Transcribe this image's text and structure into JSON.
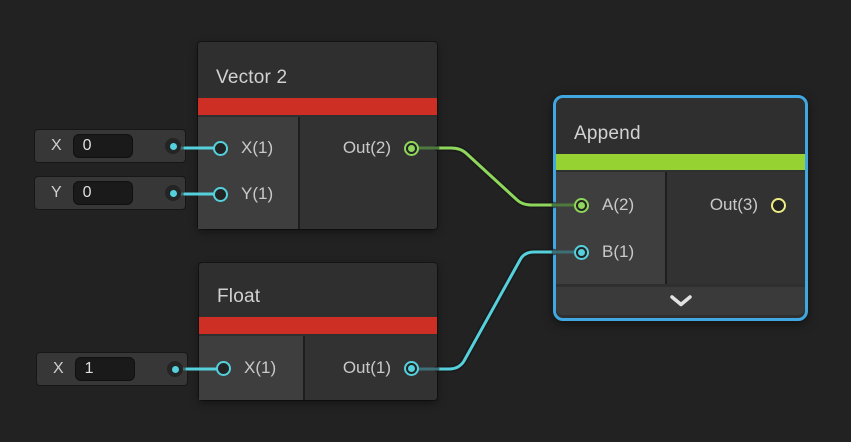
{
  "theme": {
    "bg": "#222222",
    "node": "#2f2f2f",
    "panel-in": "#3e3e3e",
    "panel-out": "#323232",
    "strip": "#3a3a3a",
    "red": "#ce2f25",
    "green-bar": "#96d231",
    "blue": "#41a7e1",
    "cyan": "#55d1de",
    "green": "#8fd65c",
    "yellow": "#efec83",
    "cyan-dim": "#3d6f76",
    "green-dim": "#4f7a3d"
  },
  "nodes": {
    "vector2": {
      "title": "Vector 2",
      "inputs": [
        {
          "label": "X(1)"
        },
        {
          "label": "Y(1)"
        }
      ],
      "outputs": [
        {
          "label": "Out(2)"
        }
      ]
    },
    "float": {
      "title": "Float",
      "inputs": [
        {
          "label": "X(1)"
        }
      ],
      "outputs": [
        {
          "label": "Out(1)"
        }
      ]
    },
    "append": {
      "title": "Append",
      "selected": true,
      "inputs": [
        {
          "label": "A(2)"
        },
        {
          "label": "B(1)"
        }
      ],
      "outputs": [
        {
          "label": "Out(3)"
        }
      ]
    }
  },
  "widgets": [
    {
      "label": "X",
      "value": "0"
    },
    {
      "label": "Y",
      "value": "0"
    },
    {
      "label": "X",
      "value": "1"
    }
  ],
  "edges": [
    {
      "from": "Vector 2.Out(2)",
      "to": "Append.A(2)",
      "color": "green"
    },
    {
      "from": "Float.Out(1)",
      "to": "Append.B(1)",
      "color": "cyan"
    }
  ],
  "icons": {
    "collapse": "chevron-down"
  }
}
